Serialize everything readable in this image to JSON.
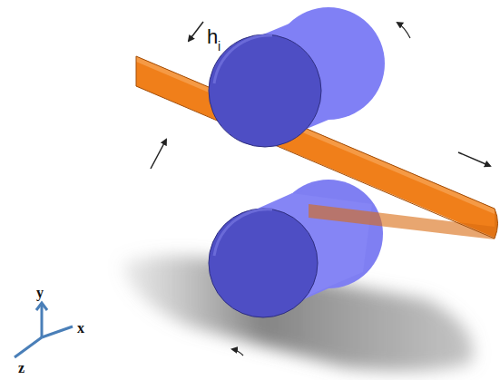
{
  "diagram": {
    "labels": [
      "h",
      "i",
      "y",
      "x",
      "z"
    ]
  }
}
